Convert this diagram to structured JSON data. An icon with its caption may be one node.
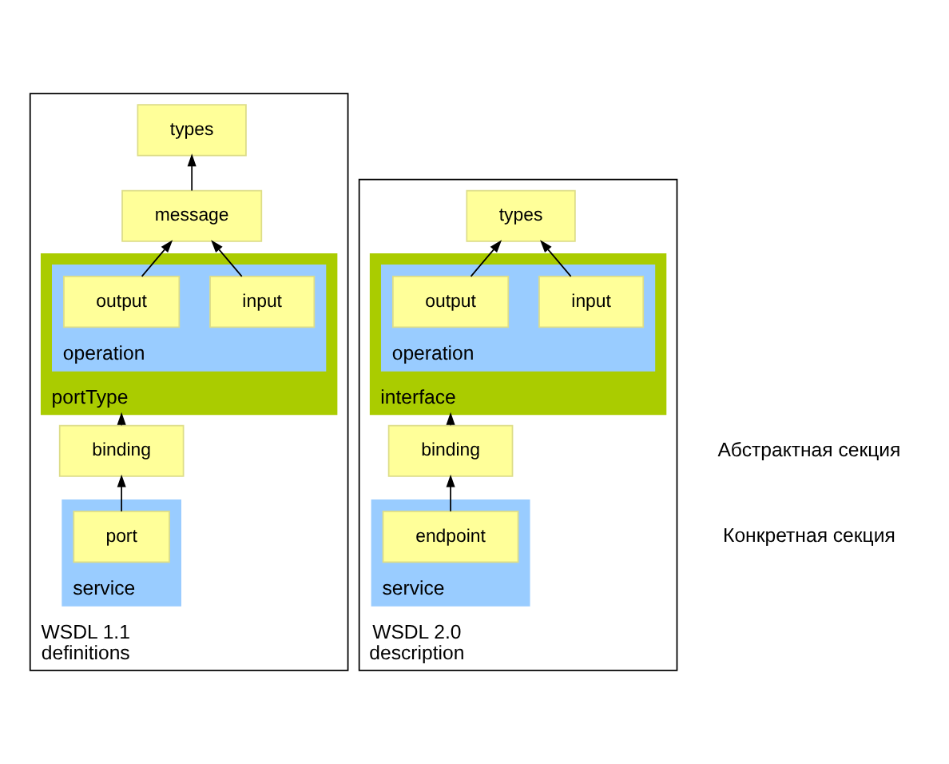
{
  "diagram": {
    "nodes": [
      {
        "text": [
          "WSDL 1.1",
          "definitions"
        ]
      },
      {
        "text": [
          "types"
        ],
        "in": 0
      },
      {
        "text": [
          "message"
        ],
        "in": 0
      },
      {
        "text": [
          "portType"
        ],
        "in": 0
      },
      {
        "text": [
          "operation"
        ],
        "in": 3
      },
      {
        "text": [
          "input"
        ],
        "in": 4
      },
      {
        "text": [
          "output"
        ],
        "in": 4
      },
      {
        "text": [
          "binding"
        ],
        "in": 0
      },
      {
        "text": [
          "service"
        ],
        "in": 0
      },
      {
        "text": [
          "port"
        ],
        "in": 8
      },
      {
        "text": [
          "WSDL 2.0",
          "description"
        ]
      },
      {
        "text": [
          "types"
        ],
        "in": 10
      },
      {
        "text": [
          "interface"
        ],
        "in": 10
      },
      {
        "text": [
          "operation"
        ],
        "in": 12
      },
      {
        "text": [
          "input"
        ],
        "in": 13
      },
      {
        "text": [
          "output"
        ],
        "in": 13
      },
      {
        "text": [
          "binding"
        ],
        "in": 10
      },
      {
        "text": [
          "service"
        ],
        "in": 10
      },
      {
        "text": [
          "endpoint"
        ],
        "in": 17
      }
    ],
    "edges": [
      {
        "from": 2,
        "to": 1,
        "arrow": "to"
      },
      {
        "from": 5,
        "to": 2,
        "arrow": "to"
      },
      {
        "from": 6,
        "to": 2,
        "arrow": "to"
      },
      {
        "from": 7,
        "to": 3,
        "arrow": "to"
      },
      {
        "from": 9,
        "to": 7,
        "arrow": "to"
      },
      {
        "from": 14,
        "to": 11,
        "arrow": "to"
      },
      {
        "from": 15,
        "to": 11,
        "arrow": "to"
      },
      {
        "from": 16,
        "to": 12,
        "arrow": "to"
      },
      {
        "from": 18,
        "to": 16,
        "arrow": "to"
      }
    ],
    "labels": [
      "Абстрактная секция",
      "Конкретная секция"
    ]
  }
}
